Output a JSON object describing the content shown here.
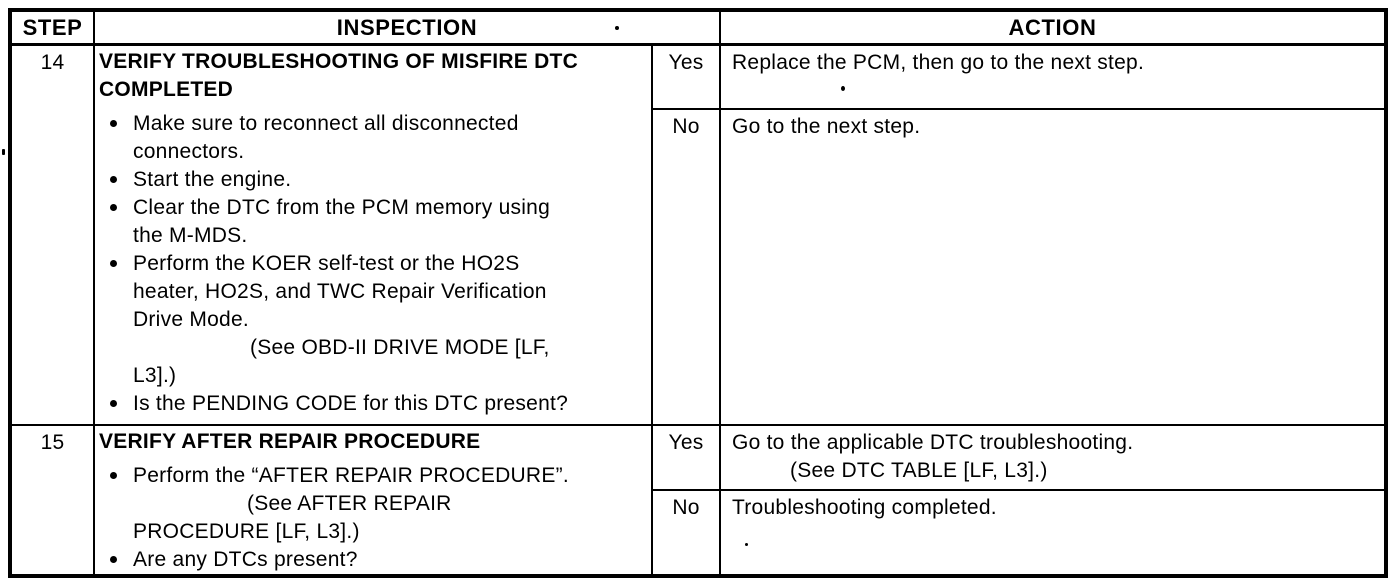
{
  "header": {
    "step": "STEP",
    "inspection": "INSPECTION",
    "action": "ACTION"
  },
  "rows": [
    {
      "step": "14",
      "title": "VERIFY TROUBLESHOOTING OF MISFIRE DTC COMPLETED",
      "bullets": [
        {
          "lines": [
            "Make sure to reconnect all disconnected",
            "connectors."
          ]
        },
        {
          "lines": [
            "Start the engine."
          ]
        },
        {
          "lines": [
            "Clear the DTC from the PCM memory using",
            "the M-MDS."
          ]
        },
        {
          "lines": [
            "Perform the KOER self-test or the HO2S",
            "heater, HO2S, and TWC Repair Verification",
            "Drive Mode."
          ],
          "see_lines": [
            "(See OBD-II DRIVE MODE [LF,",
            "L3].)"
          ]
        },
        {
          "lines": [
            "Is the PENDING CODE for this DTC present?"
          ]
        }
      ],
      "yes_label": "Yes",
      "no_label": "No",
      "yes_action": {
        "lines": [
          "Replace the PCM, then go to the next step."
        ]
      },
      "no_action": {
        "lines": [
          "Go to the next step."
        ]
      }
    },
    {
      "step": "15",
      "title": "VERIFY AFTER REPAIR PROCEDURE",
      "bullets": [
        {
          "lines": [
            "Perform the “AFTER REPAIR PROCEDURE”."
          ],
          "see_lines": [
            "(See AFTER REPAIR",
            "PROCEDURE [LF, L3].)"
          ]
        },
        {
          "lines": [
            "Are any DTCs present?"
          ]
        }
      ],
      "yes_label": "Yes",
      "no_label": "No",
      "yes_action": {
        "lines": [
          "Go to the applicable DTC troubleshooting.",
          "(See DTC TABLE [LF, L3].)"
        ]
      },
      "no_action": {
        "lines": [
          "Troubleshooting completed."
        ]
      }
    }
  ],
  "colors": {
    "border": "#000000",
    "text": "#000000",
    "background": "#ffffff"
  }
}
